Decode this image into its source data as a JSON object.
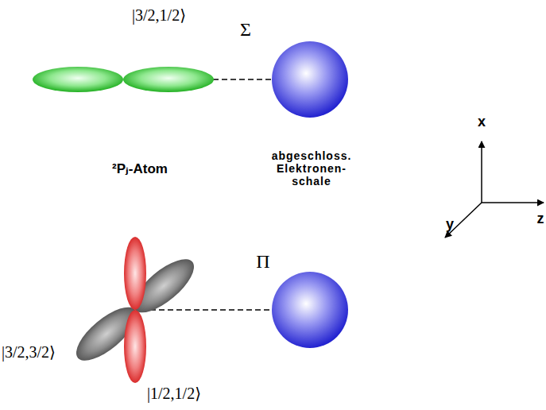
{
  "diagram": {
    "nodes": [
      {
        "text": [
          "|3/2,1/2⟩"
        ]
      },
      {
        "text": [
          "|3/2,3/2⟩",
          "|1/2,1/2⟩"
        ]
      }
    ],
    "labels": [
      "Σ",
      "²Pⱼ-Atom",
      "abgeschloss. Elektronen- schale",
      "x",
      "y",
      "z",
      "Π"
    ]
  }
}
